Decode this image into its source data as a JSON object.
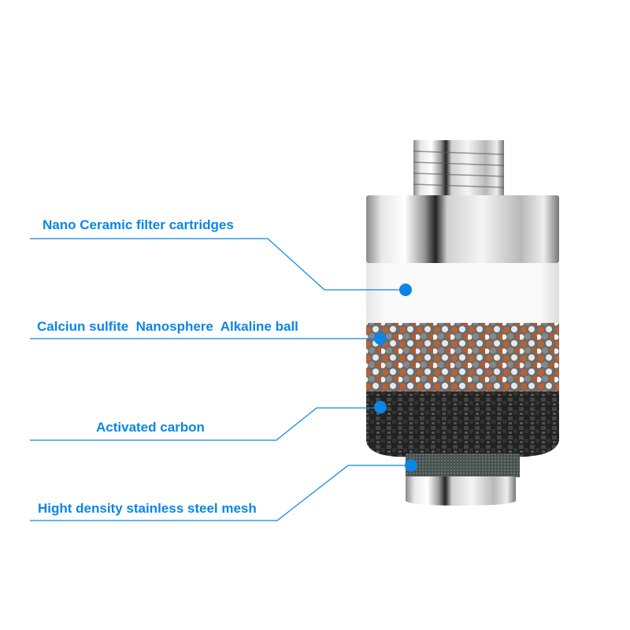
{
  "accent_color": "#0a86e6",
  "labels": [
    {
      "text": "Nano Ceramic filter cartridges"
    },
    {
      "text": "Calciun sulfite  Nanosphere  Alkaline ball"
    },
    {
      "text": "Activated carbon"
    },
    {
      "text": "Hight density stainless steel mesh"
    }
  ],
  "product": {
    "icon": "shower-filter-cutaway"
  }
}
